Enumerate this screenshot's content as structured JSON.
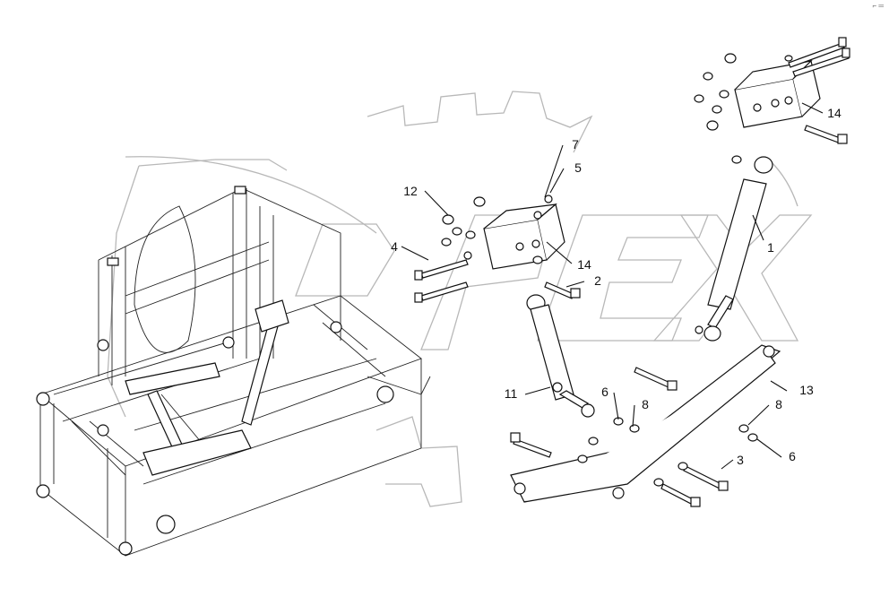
{
  "corner_mark": "⌐ ═",
  "watermark_text": "OPEX",
  "callouts": [
    {
      "id": "c1",
      "label": "1"
    },
    {
      "id": "c2",
      "label": "2"
    },
    {
      "id": "c3",
      "label": "3"
    },
    {
      "id": "c4",
      "label": "4"
    },
    {
      "id": "c5",
      "label": "5"
    },
    {
      "id": "c6a",
      "label": "6"
    },
    {
      "id": "c6b",
      "label": "6"
    },
    {
      "id": "c7",
      "label": "7"
    },
    {
      "id": "c8a",
      "label": "8"
    },
    {
      "id": "c8b",
      "label": "8"
    },
    {
      "id": "c11",
      "label": "11"
    },
    {
      "id": "c12",
      "label": "12"
    },
    {
      "id": "c13",
      "label": "13"
    },
    {
      "id": "c14a",
      "label": "14"
    },
    {
      "id": "c14b",
      "label": "14"
    }
  ]
}
